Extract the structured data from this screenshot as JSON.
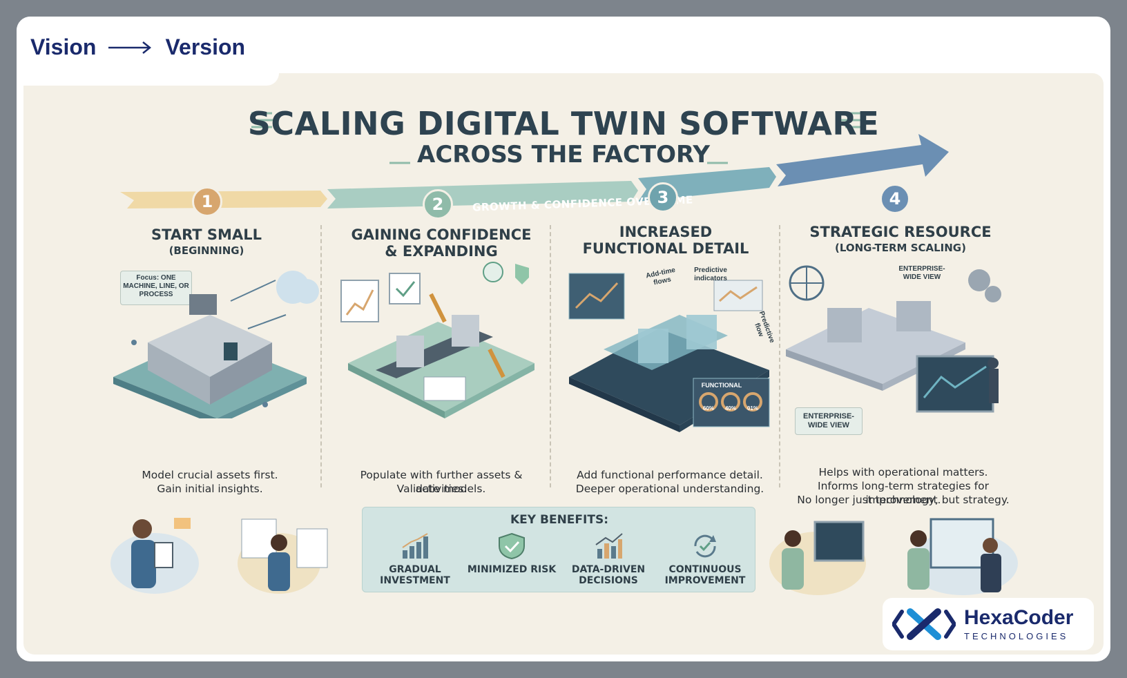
{
  "brand": {
    "left": "Vision",
    "right": "Version"
  },
  "title": {
    "line1": "SCALING DIGITAL TWIN SOFTWARE",
    "line2": "ACROSS THE FACTORY"
  },
  "timeline": {
    "label": "GROWTH & CONFIDENCE OVER TIME"
  },
  "stages": [
    {
      "number": "1",
      "title": "START SMALL",
      "subtitle": "(BEGINNING)",
      "desc1": "Model crucial assets first.",
      "desc2": "Gain initial insights.",
      "desc3": "",
      "color": "#d7a66e"
    },
    {
      "number": "2",
      "title": "GAINING CONFIDENCE & EXPANDING",
      "subtitle": "",
      "desc1": "Populate with further assets & activities.",
      "desc2": "Validate models.",
      "desc3": "",
      "color": "#8fbba9"
    },
    {
      "number": "3",
      "title": "INCREASED FUNCTIONAL DETAIL",
      "subtitle": "",
      "desc1": "Add functional performance detail.",
      "desc2": "Deeper operational understanding.",
      "desc3": "",
      "color": "#6fa3ad"
    },
    {
      "number": "4",
      "title": "STRATEGIC RESOURCE",
      "subtitle": "(LONG-TERM SCALING)",
      "desc1": "Helps with operational matters.",
      "desc2": "Informs long-term strategies for improvement.",
      "desc3": "No longer just technology, but strategy.",
      "color": "#6b8fb3"
    }
  ],
  "callouts": {
    "focus": "Focus: ONE MACHINE, LINE, OR PROCESS",
    "realtime": "Add-time flows",
    "predictive": "Predictive indicators",
    "predictive_flow": "Predictive flow",
    "functional": "FUNCTIONAL",
    "gauge1": "60%",
    "gauge2": "40%",
    "gauge3": "01%",
    "enterprise_top": "ENTERPRISE-WIDE VIEW",
    "enterprise_box": "ENTERPRISE-WIDE VIEW"
  },
  "benefits": {
    "title": "KEY BENEFITS:",
    "items": [
      {
        "label": "GRADUAL INVESTMENT",
        "icon": "growth-chart-icon"
      },
      {
        "label": "MINIMIZED RISK",
        "icon": "shield-check-icon"
      },
      {
        "label": "DATA-DRIVEN DECISIONS",
        "icon": "bar-chart-icon"
      },
      {
        "label": "CONTINUOUS IMPROVEMENT",
        "icon": "cycle-check-icon"
      }
    ]
  },
  "logo": {
    "name": "HexaCoder",
    "sub": "TECHNOLOGIES"
  },
  "colors": {
    "navy": "#1a2a6c",
    "teal": "#8fbba9",
    "blue": "#6b8fb3",
    "tan": "#d7a66e",
    "background": "#f4f0e6"
  }
}
